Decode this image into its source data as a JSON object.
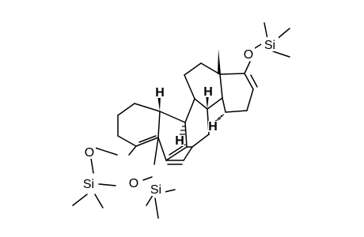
{
  "molecule": {
    "atoms": {
      "o_top": "O",
      "si_top": "Si",
      "o_left": "O",
      "si_left": "Si",
      "o_bottom": "O",
      "si_bottom": "Si",
      "h_c9": "H",
      "h_c8": "H",
      "h_c10": "H",
      "h_c14": "H"
    }
  }
}
